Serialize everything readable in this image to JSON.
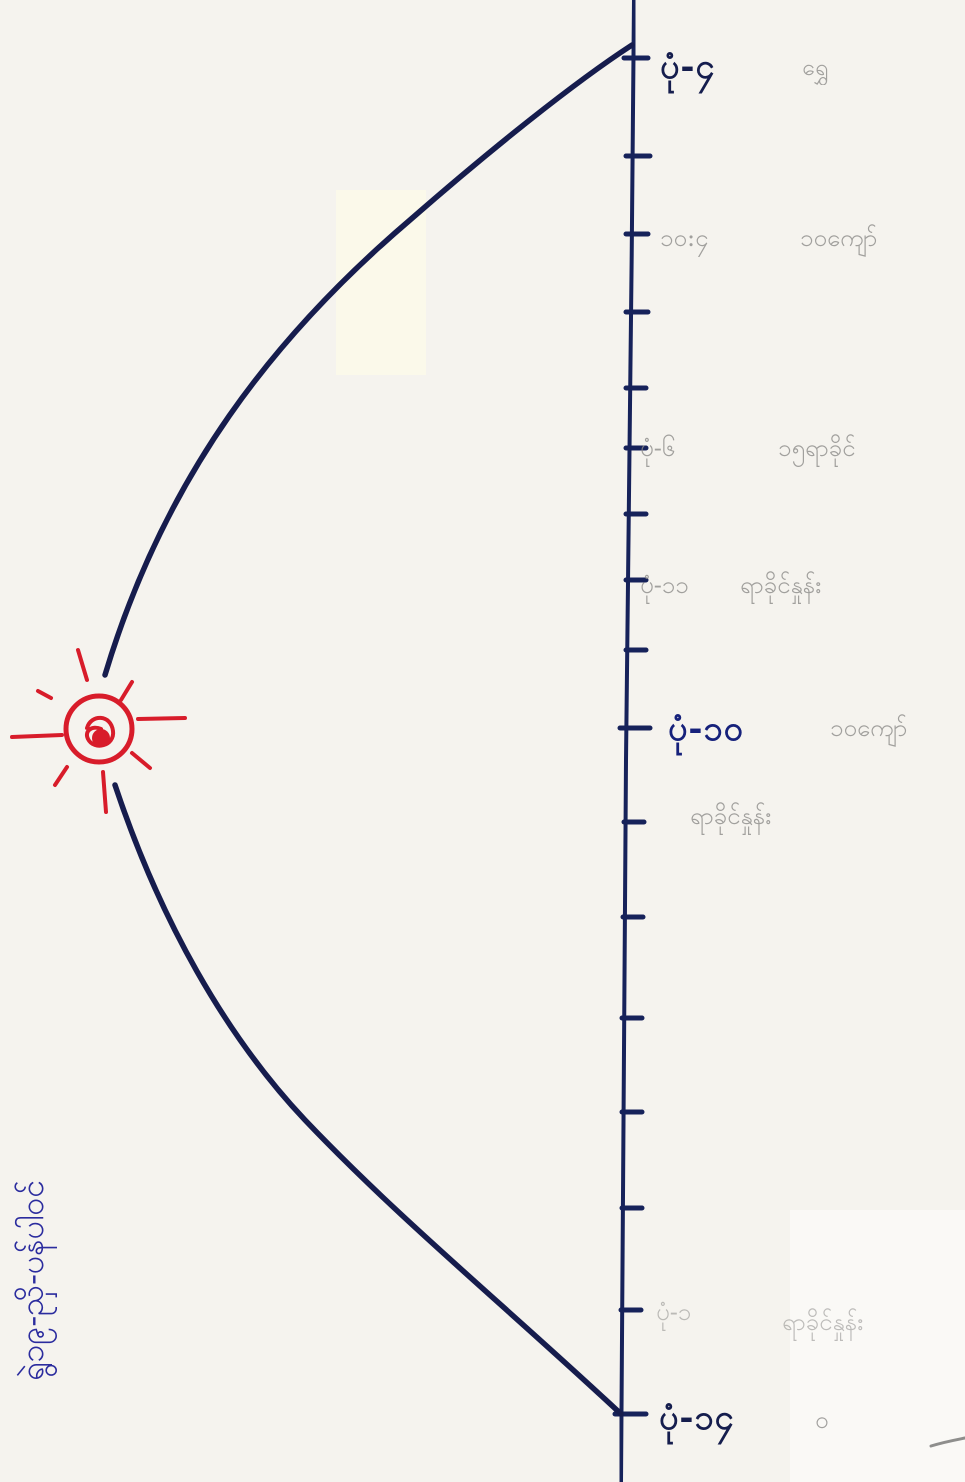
{
  "diagram": {
    "colors": {
      "ink": "#151d4d",
      "sun": "#d81f2c",
      "title": "#2b2c9e",
      "faint_text": "#8d8c8a",
      "paper": "#f4f2ef"
    },
    "title_vertical": "ရွဲ၁၉-ညှိ-ပန်ပါဝင်",
    "labels": {
      "top_value": "ပုံ-၄",
      "top_note": "ရွှေ",
      "upper_value": "၁၀:၄",
      "upper_note": "၁၀ကျော်",
      "mid_value": "ပုံ-၆",
      "mid_note": "၁၅ရာခိုင်",
      "mid2_value": "ပုံ-၁၁",
      "mid2_note": "ရာခိုင်နှုန်း",
      "center_value": "ပုံ-၁၀",
      "center_note": "၁၀ကျော်",
      "center_sub_note": "ရာခိုင်နှုန်း",
      "low_value": "ပုံ-၁",
      "low_note": "ရာခိုင်နှုန်း",
      "bottom_value": "ပုံ-၁၄",
      "bottom_note": "၀"
    },
    "icons": {
      "sun": "sun-icon",
      "axis": "vertical-axis"
    }
  }
}
